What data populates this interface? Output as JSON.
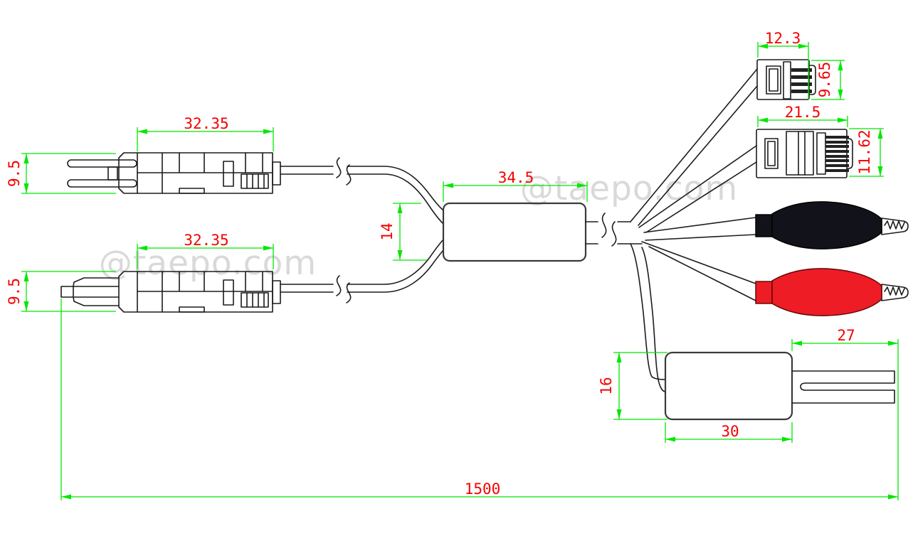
{
  "watermarks": {
    "center": "@taepo.com",
    "left": "@taepo.com"
  },
  "dimensions": {
    "top_plug_length": "32.35",
    "top_plug_height": "9.5",
    "bottom_plug_length": "32.35",
    "bottom_plug_height": "9.5",
    "splitter_length": "34.5",
    "cable_pair_spread": "14",
    "rj11_width": "12.3",
    "rj11_height": "9.65",
    "rj45_width": "21.5",
    "rj45_height": "11.62",
    "blade_length": "27",
    "terminal_height": "16",
    "terminal_length": "30",
    "overall_length": "1500"
  },
  "colors": {
    "outline": "#1c1c1c",
    "dimension_line": "#00e800",
    "dimension_text": "#f40000",
    "watermark": "#d9d9d9",
    "clip_black": "#12121a",
    "clip_red": "#ee1c25"
  }
}
